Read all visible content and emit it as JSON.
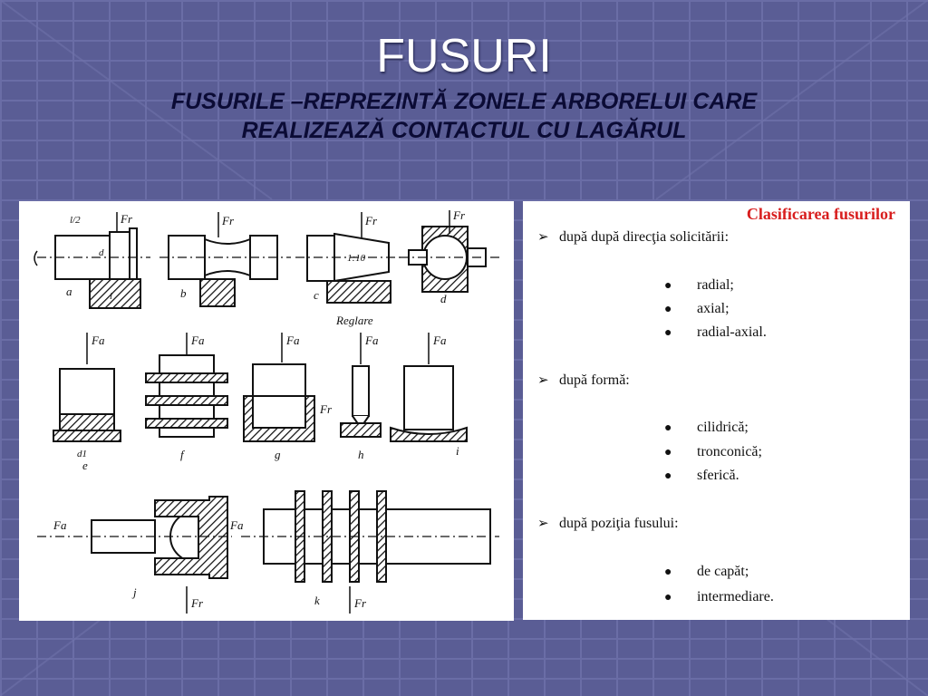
{
  "slide": {
    "title": "FUSURI",
    "subtitle_line1": "FUSURILE –REPREZINTĂ ZONELE ARBORELUI CARE",
    "subtitle_line2": "REALIZEAZĂ CONTACTUL CU LAGĂRUL"
  },
  "figure": {
    "labels": {
      "a": "a",
      "b": "b",
      "c": "c",
      "d": "d",
      "e": "e",
      "f": "f",
      "g": "g",
      "h": "h",
      "i": "i",
      "j": "j",
      "k": "k",
      "fr": "Fr",
      "fa": "Fa",
      "reglare": "Reglare",
      "taper": "1:10",
      "dim_d": "d",
      "dim_l": "l",
      "dim_l2": "l/2",
      "dim_d1": "d1"
    }
  },
  "classification": {
    "title": "Clasificarea fusurilor",
    "groups": [
      {
        "criterion": "după după direcţia solicitării:",
        "items": [
          "radial;",
          "axial;",
          "radial-axial."
        ]
      },
      {
        "criterion": "după formă:",
        "items": [
          "cilidrică;",
          "tronconică;",
          "sferică."
        ]
      },
      {
        "criterion": "după poziţia fusului:",
        "items": [
          "de capăt;",
          "intermediare."
        ]
      }
    ]
  },
  "colors": {
    "background": "#5a5d95",
    "title": "#ffffff",
    "subtitle": "#0b0b35",
    "classification_title": "#d81e1e"
  },
  "icons": {
    "criterion_marker": "arrowhead-icon",
    "item_marker": "bullet-icon"
  }
}
